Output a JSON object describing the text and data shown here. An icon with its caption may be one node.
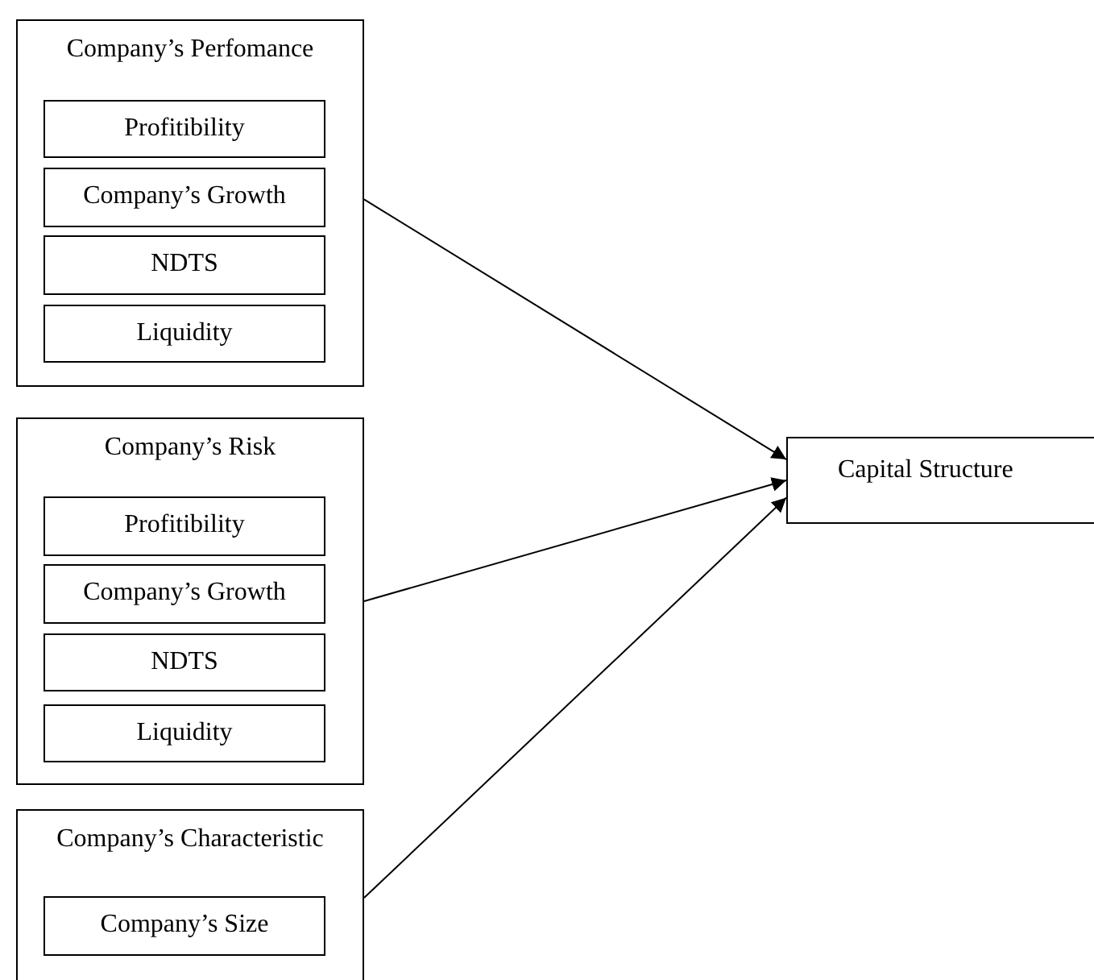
{
  "diagram": {
    "nodes": [
      {
        "text": [
          "Company’s Perfomance"
        ]
      },
      {
        "text": [
          "Profitibility"
        ],
        "in": 0
      },
      {
        "text": [
          "Company’s Growth"
        ],
        "in": 0
      },
      {
        "text": [
          "NDTS"
        ],
        "in": 0
      },
      {
        "text": [
          "Liquidity"
        ],
        "in": 0
      },
      {
        "text": [
          "Company’s Risk"
        ]
      },
      {
        "text": [
          "Profitibility"
        ],
        "in": 5
      },
      {
        "text": [
          "Company’s Growth"
        ],
        "in": 5
      },
      {
        "text": [
          "NDTS"
        ],
        "in": 5
      },
      {
        "text": [
          "Liquidity"
        ],
        "in": 5
      },
      {
        "text": [
          "Company’s Characteristic"
        ]
      },
      {
        "text": [
          "Company’s Size"
        ],
        "in": 10
      },
      {
        "text": [
          "Capital Structure"
        ]
      }
    ],
    "edges": [
      {
        "from": 0,
        "to": 12,
        "arrow": "to"
      },
      {
        "from": 5,
        "to": 12,
        "arrow": "to"
      },
      {
        "from": 10,
        "to": 12,
        "arrow": "to"
      }
    ]
  }
}
